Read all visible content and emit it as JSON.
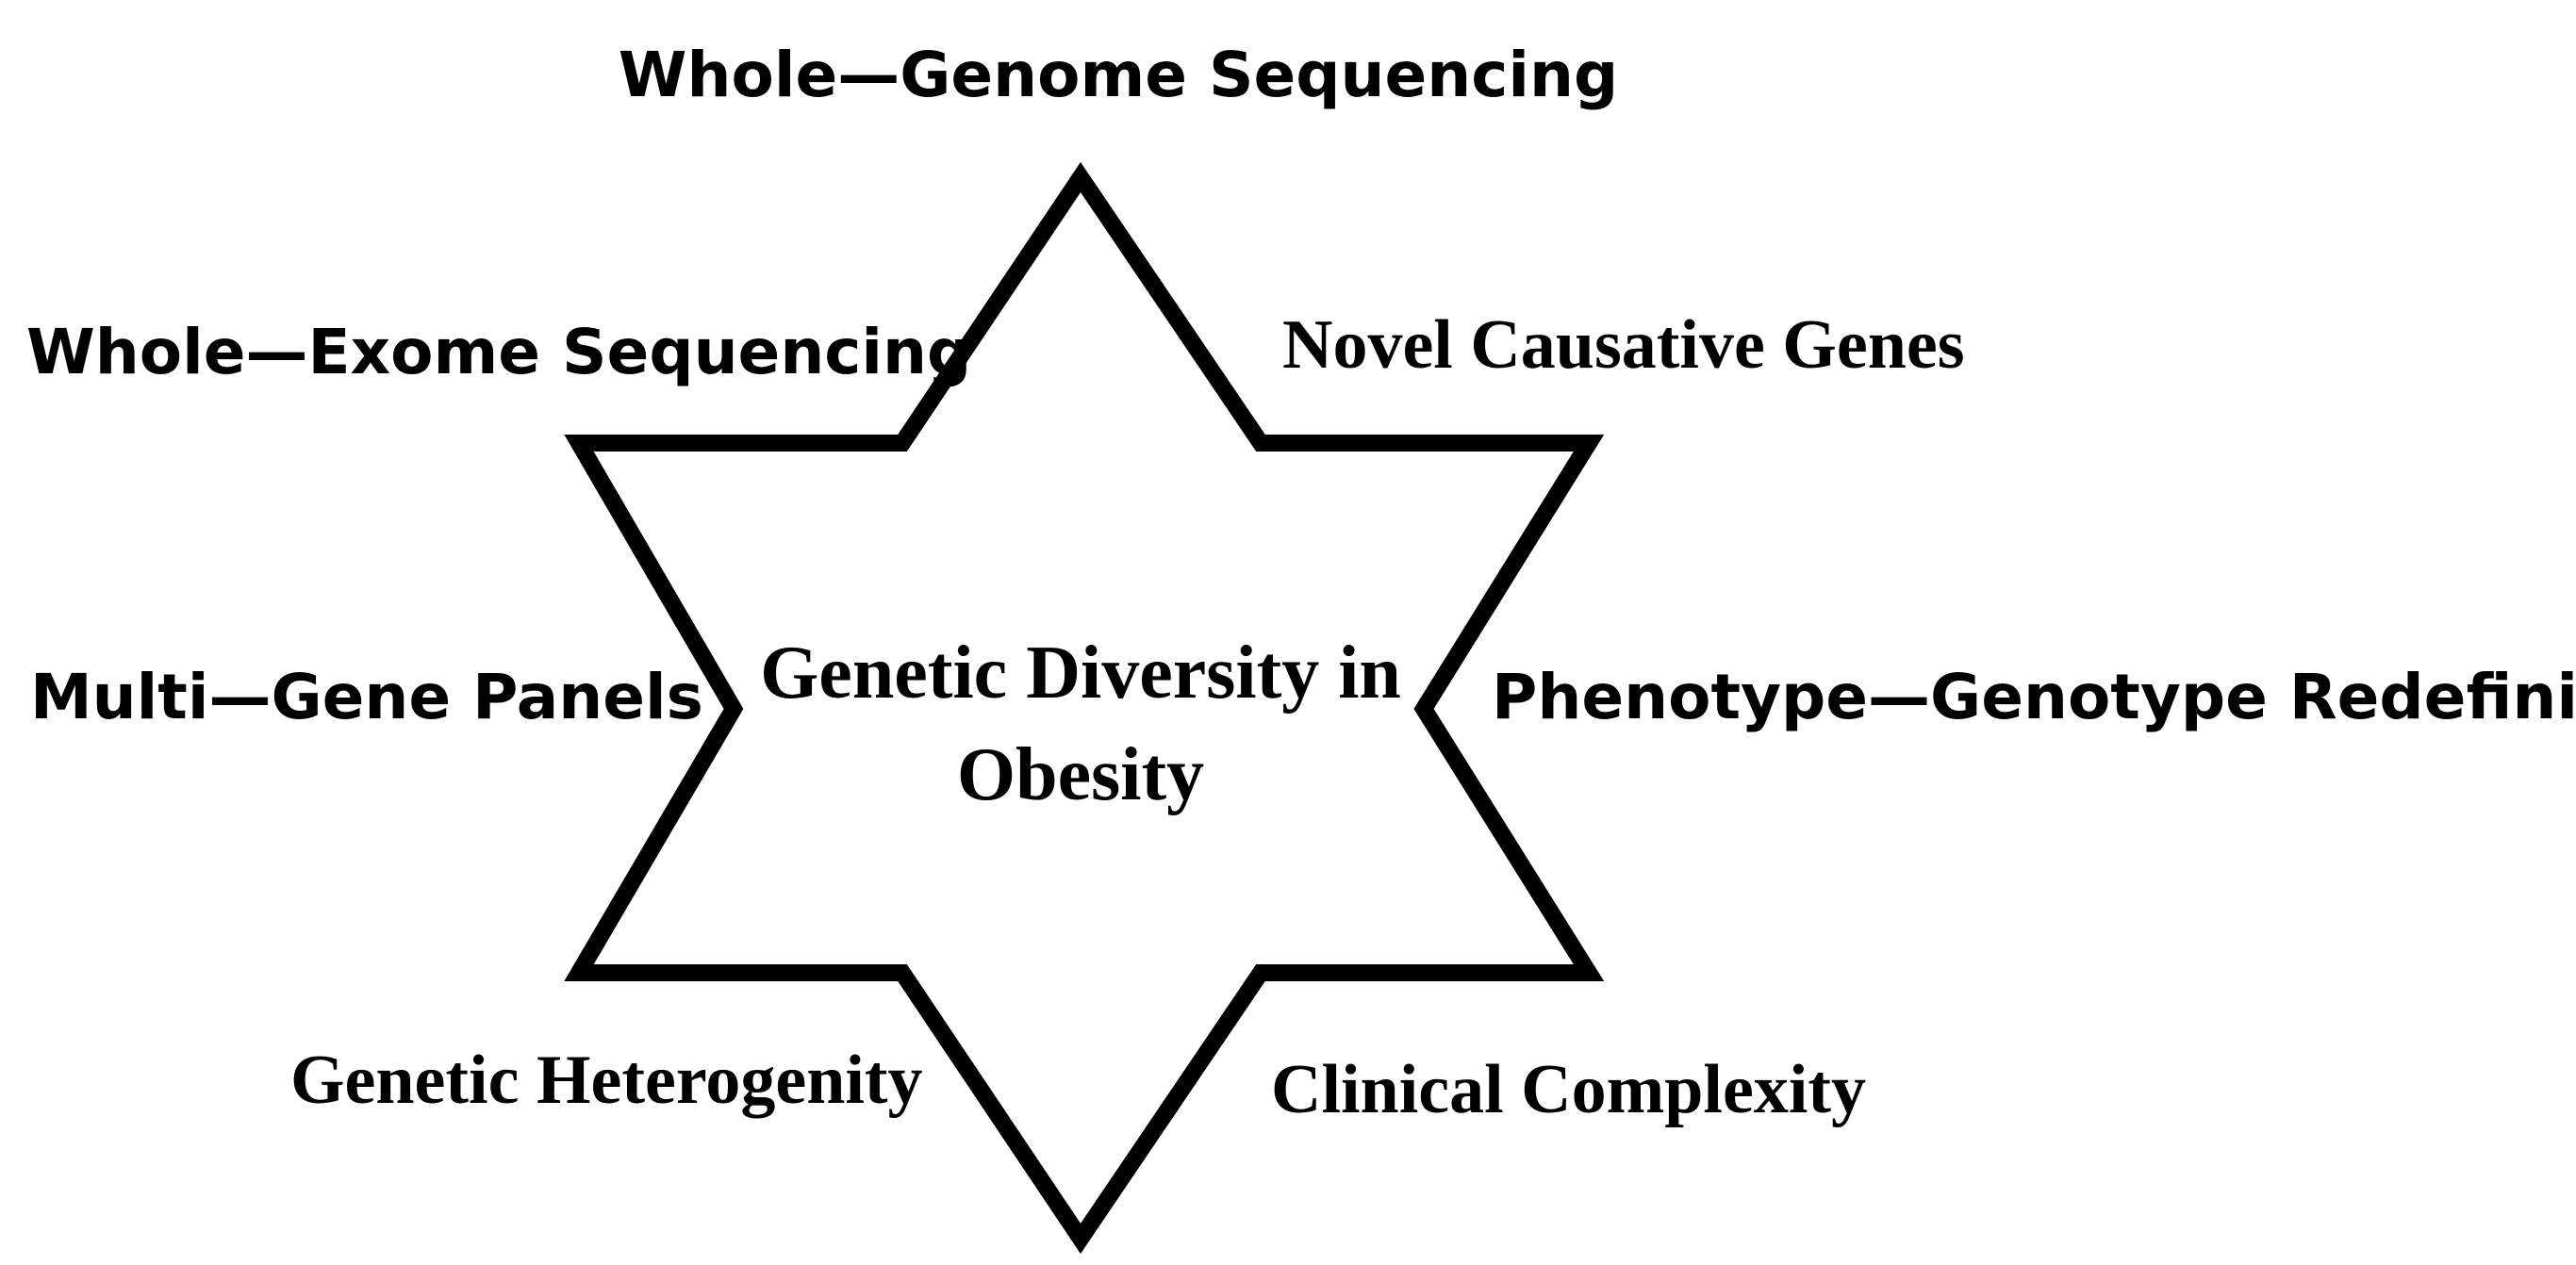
{
  "diagram": {
    "center": {
      "line1": "Genetic Diversity in",
      "line2": "Obesity"
    },
    "labels": {
      "whole_genome": "Whole—Genome Sequencing",
      "whole_exome": "Whole—Exome Sequencing",
      "novel_genes": "Novel Causative Genes",
      "multi_gene": "Multi—Gene Panels",
      "phenotype_genotype": "Phenotype—Genotype Redefinition",
      "heterogeneity": "Genetic Heterogenity",
      "clinical": "Clinical Complexity"
    },
    "colors": {
      "stroke": "#000000",
      "fill": "#ffffff",
      "text": "#000000"
    }
  }
}
